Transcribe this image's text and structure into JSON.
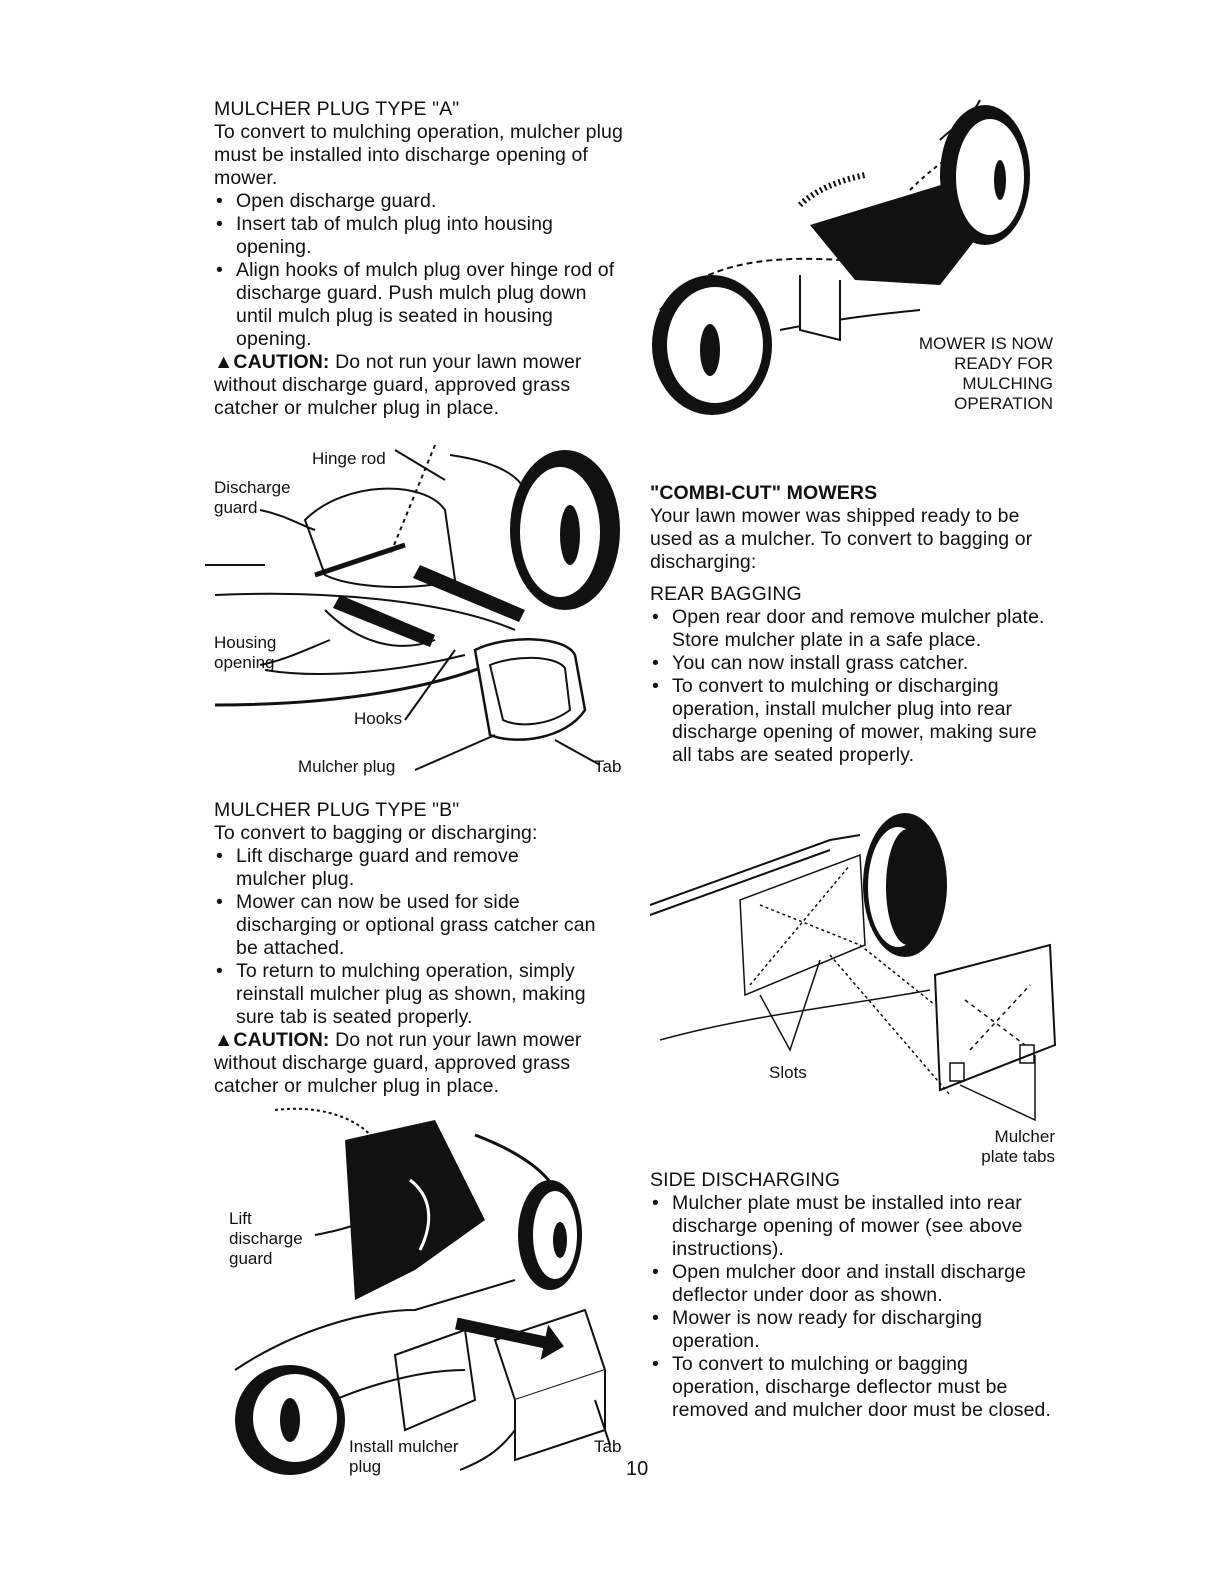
{
  "left_col": {
    "plug_a": {
      "heading": "MULCHER PLUG TYPE \"A\"",
      "intro": "To convert to mulching operation, mulcher plug must be installed into discharge opening of mower.",
      "bullets": [
        "Open discharge guard.",
        "Insert tab of mulch plug into housing opening.",
        "Align hooks of mulch plug over hinge rod of discharge guard. Push mulch plug down until mulch plug is seated in housing opening."
      ],
      "caution_label": "CAUTION:",
      "caution_text": "Do not run your lawn mower without discharge guard, approved grass catcher or mulcher plug in place."
    },
    "figure_a_labels": {
      "hinge_rod": "Hinge rod",
      "discharge_guard": "Discharge guard",
      "housing_opening": "Housing opening",
      "hooks": "Hooks",
      "mulcher_plug": "Mulcher plug",
      "tab": "Tab"
    },
    "plug_b": {
      "heading": "MULCHER PLUG TYPE \"B\"",
      "intro": "To convert to bagging or discharging:",
      "bullets": [
        "Lift discharge guard and remove mulcher plug.",
        "Mower can now be used for side discharging or optional grass catcher can be attached.",
        "To return to mulching operation, simply reinstall mulcher plug as shown, making sure tab is seated properly."
      ],
      "caution_label": "CAUTION:",
      "caution_text": "Do not run your lawn mower without discharge guard, approved grass catcher or mulcher plug in place."
    },
    "figure_b_labels": {
      "lift_guard": "Lift discharge guard",
      "install_plug": "Install mulcher plug",
      "tab": "Tab"
    }
  },
  "right_col": {
    "figure_top_caption": "MOWER IS NOW READY FOR MULCHING OPERATION",
    "combi": {
      "heading": "\"COMBI-CUT\" MOWERS",
      "intro": "Your lawn mower was shipped ready to be used as a mulcher. To convert to bagging or discharging:"
    },
    "rear_bagging": {
      "heading": "REAR BAGGING",
      "bullets": [
        "Open rear door and remove mulcher plate. Store mulcher plate in a safe place.",
        "You can now install grass catcher.",
        "To convert to mulching or discharging operation, install mulcher plug into rear discharge opening of mower, making sure all tabs are seated properly."
      ]
    },
    "figure_slots_labels": {
      "slots": "Slots",
      "mulcher_plate_tabs": "Mulcher plate tabs"
    },
    "side_discharging": {
      "heading": "SIDE DISCHARGING",
      "bullets": [
        "Mulcher plate must be installed into rear discharge opening of mower (see above instructions).",
        "Open mulcher door and install discharge deflector under door as shown.",
        "Mower is now ready for discharging operation.",
        "To convert to mulching or bagging operation, discharge deflector must be removed and mulcher door must be closed."
      ]
    }
  },
  "page_number": "10",
  "colors": {
    "ink": "#111111",
    "paper": "#ffffff"
  }
}
